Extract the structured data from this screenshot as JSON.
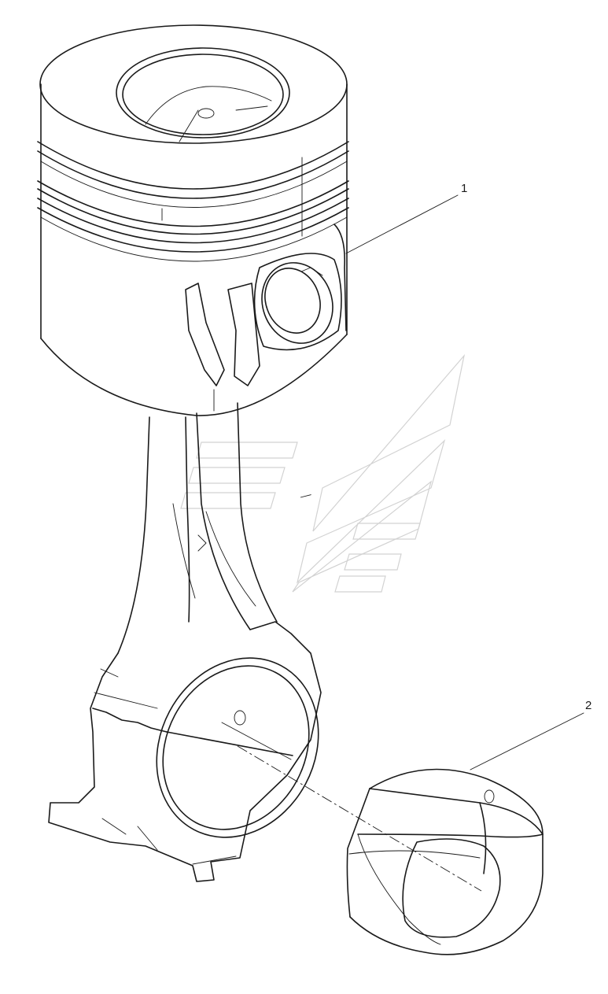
{
  "callouts": [
    {
      "id": "1",
      "text": "1",
      "part": "piston-with-rings"
    },
    {
      "id": "2",
      "text": "2",
      "part": "connecting-rod-bushing"
    }
  ],
  "colors": {
    "line": "#1a1a1a",
    "watermark": "#d2d2d2",
    "background": "#ffffff"
  }
}
